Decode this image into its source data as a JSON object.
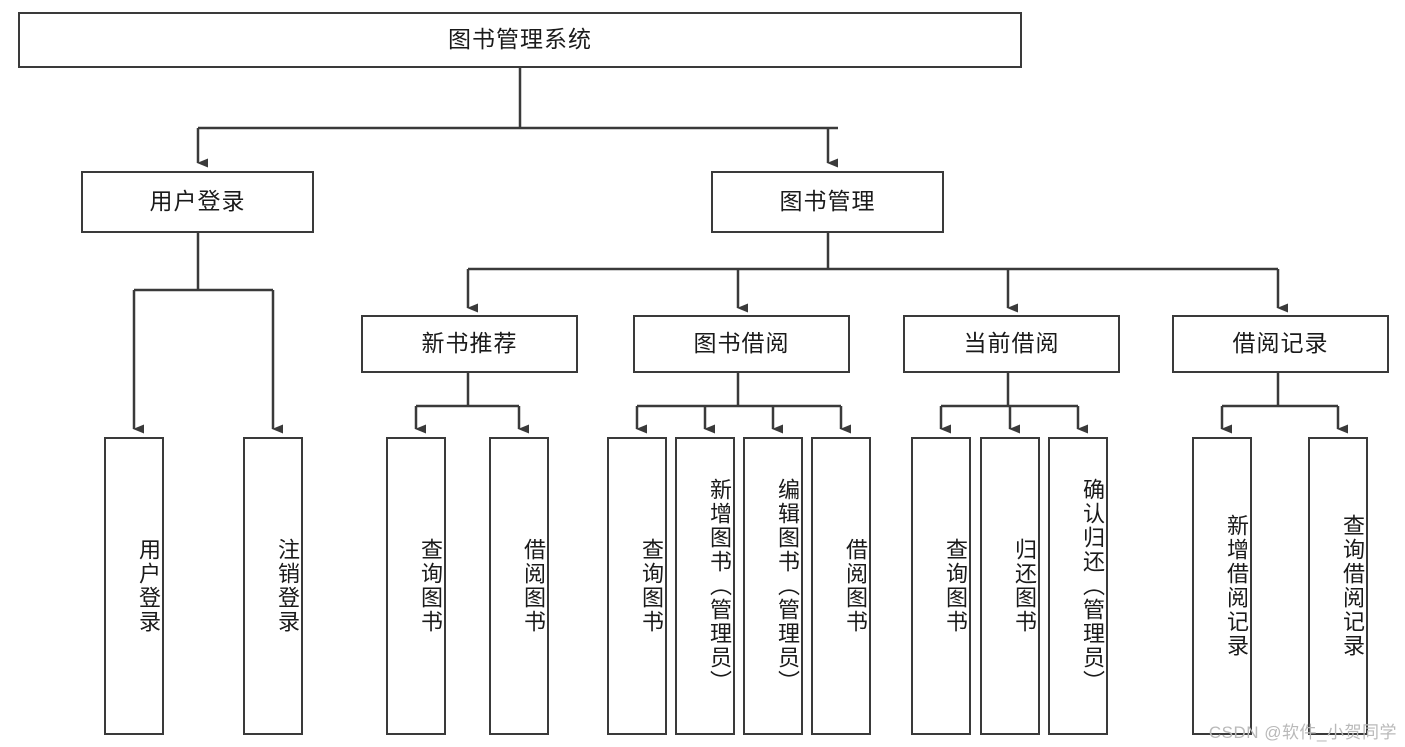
{
  "diagram": {
    "title": "图书管理系统",
    "type": "tree",
    "stroke_color": "#3a3a3a",
    "text_color": "#1a1a1a",
    "background_color": "#ffffff",
    "root": {
      "label": "图书管理系统"
    },
    "level2": [
      {
        "label": "用户登录"
      },
      {
        "label": "图书管理"
      }
    ],
    "level3": [
      {
        "label": "新书推荐"
      },
      {
        "label": "图书借阅"
      },
      {
        "label": "当前借阅"
      },
      {
        "label": "借阅记录"
      }
    ],
    "leaves": {
      "user_login": [
        {
          "label": "用户登录"
        },
        {
          "label": "注销登录"
        }
      ],
      "new_book": [
        {
          "label": "查询图书"
        },
        {
          "label": "借阅图书"
        }
      ],
      "book_borrow": [
        {
          "label": "查询图书"
        },
        {
          "label": "新增图书（管理员）"
        },
        {
          "label": "编辑图书（管理员）"
        },
        {
          "label": "借阅图书"
        }
      ],
      "current_borrow": [
        {
          "label": "查询图书"
        },
        {
          "label": "归还图书"
        },
        {
          "label": "确认归还（管理员）"
        }
      ],
      "borrow_record": [
        {
          "label": "新增借阅记录"
        },
        {
          "label": "查询借阅记录"
        }
      ]
    }
  },
  "watermark": {
    "text": "CSDN @软件_小贺同学"
  }
}
